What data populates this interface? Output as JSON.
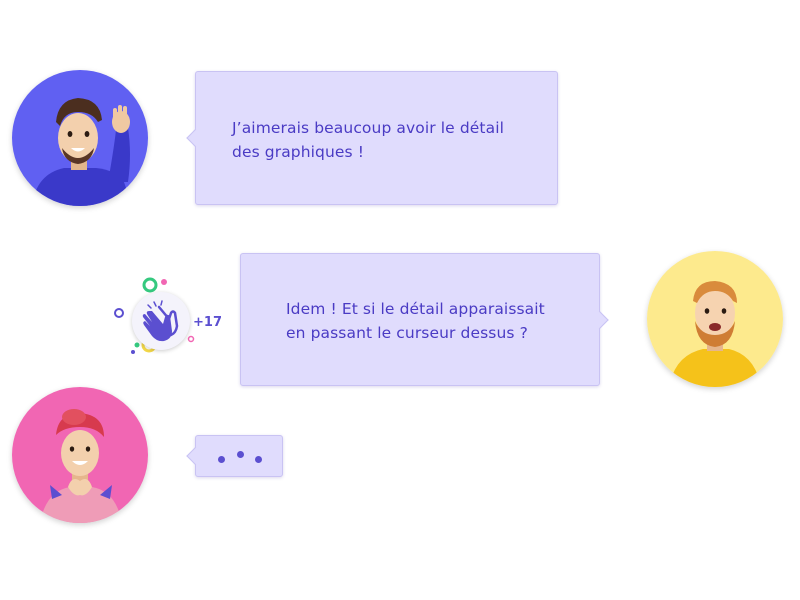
{
  "messages": [
    {
      "author": "man-purple",
      "lines": [
        "J’aimerais beaucoup avoir le détail",
        "des graphiques !"
      ]
    },
    {
      "author": "man-yellow",
      "lines": [
        "Idem ! Et si le détail apparaissait",
        "en passant le curseur dessus ?"
      ]
    },
    {
      "author": "woman-pink",
      "typing": true
    }
  ],
  "reaction": {
    "icon": "clapping-hands-icon",
    "count_label": "+17"
  },
  "colors": {
    "bubble": "#e0dcfd",
    "text": "#4a3bc4",
    "avatar1_bg": "#5c5cf0",
    "avatar2_bg": "#fcea8c",
    "avatar3_bg": "#f166b3"
  }
}
